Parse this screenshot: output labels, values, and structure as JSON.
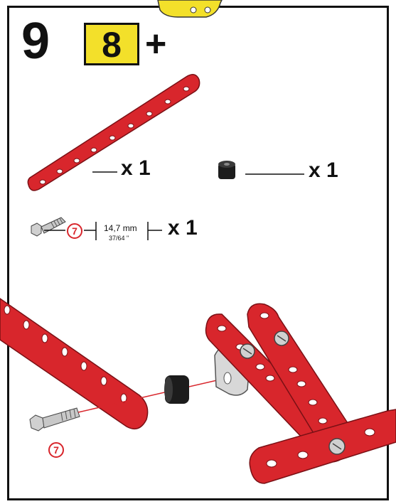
{
  "step": {
    "number": "9",
    "ref_step": "8",
    "plus": "+"
  },
  "parts": {
    "strip": {
      "quantity": "x 1"
    },
    "spacer": {
      "quantity": "x 1"
    },
    "bolt": {
      "code": "7",
      "length_mm": "14,7 mm",
      "length_in": "37/64 \"",
      "quantity": "x 1"
    }
  },
  "assembly": {
    "bolt_code": "7"
  },
  "colors": {
    "strip_red": "#d8262c",
    "yellow": "#f3e02a",
    "spacer_black": "#1c1c1c",
    "metal": "#c8c8c8"
  }
}
